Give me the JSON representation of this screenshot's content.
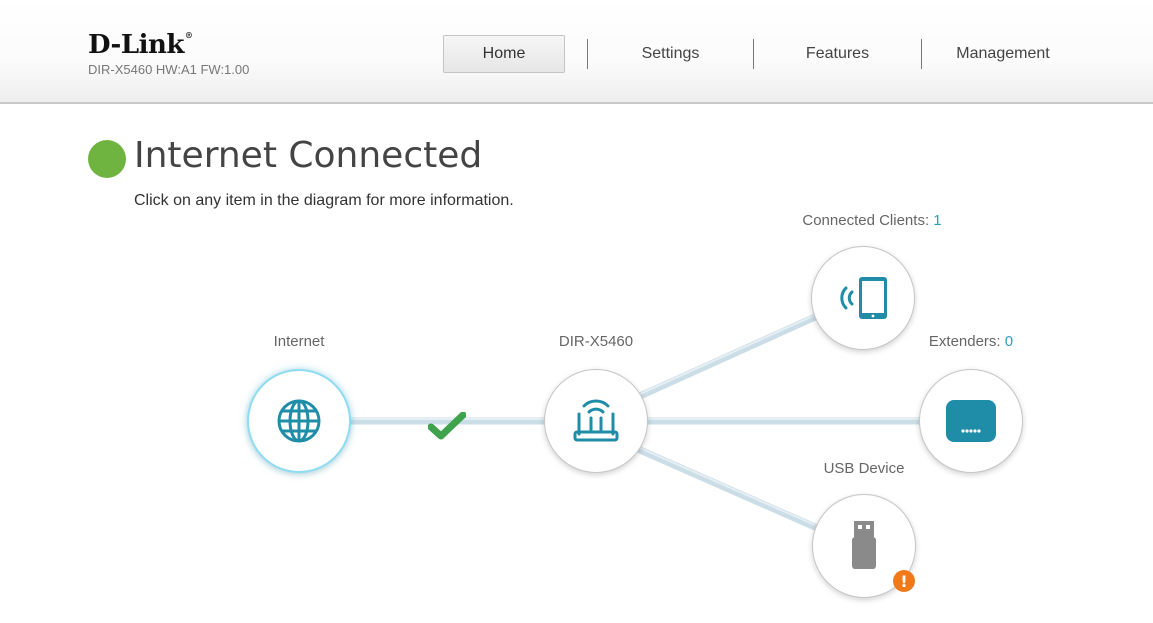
{
  "header": {
    "logo": "D-Link",
    "model_line": "DIR-X5460 HW:A1 FW:1.00"
  },
  "nav": {
    "items": [
      {
        "label": "Home",
        "active": true
      },
      {
        "label": "Settings",
        "active": false
      },
      {
        "label": "Features",
        "active": false
      },
      {
        "label": "Management",
        "active": false
      }
    ]
  },
  "status": {
    "title": "Internet Connected",
    "subtitle": "Click on any item in the diagram for more information.",
    "color": "#6fb441"
  },
  "diagram": {
    "internet": {
      "label": "Internet",
      "icon": "globe-icon"
    },
    "router": {
      "label": "DIR-X5460",
      "icon": "router-icon"
    },
    "clients": {
      "label": "Connected Clients: ",
      "count": "1",
      "icon": "tablet-wifi-icon"
    },
    "extenders": {
      "label": "Extenders: ",
      "count": "0",
      "icon": "extender-icon"
    },
    "usb": {
      "label": "USB Device",
      "icon": "usb-drive-icon",
      "badge": "!"
    }
  },
  "colors": {
    "accent": "#2aa0b8",
    "link_line": "#cbdde6",
    "check": "#3fa34d",
    "alert": "#f07a1a"
  }
}
